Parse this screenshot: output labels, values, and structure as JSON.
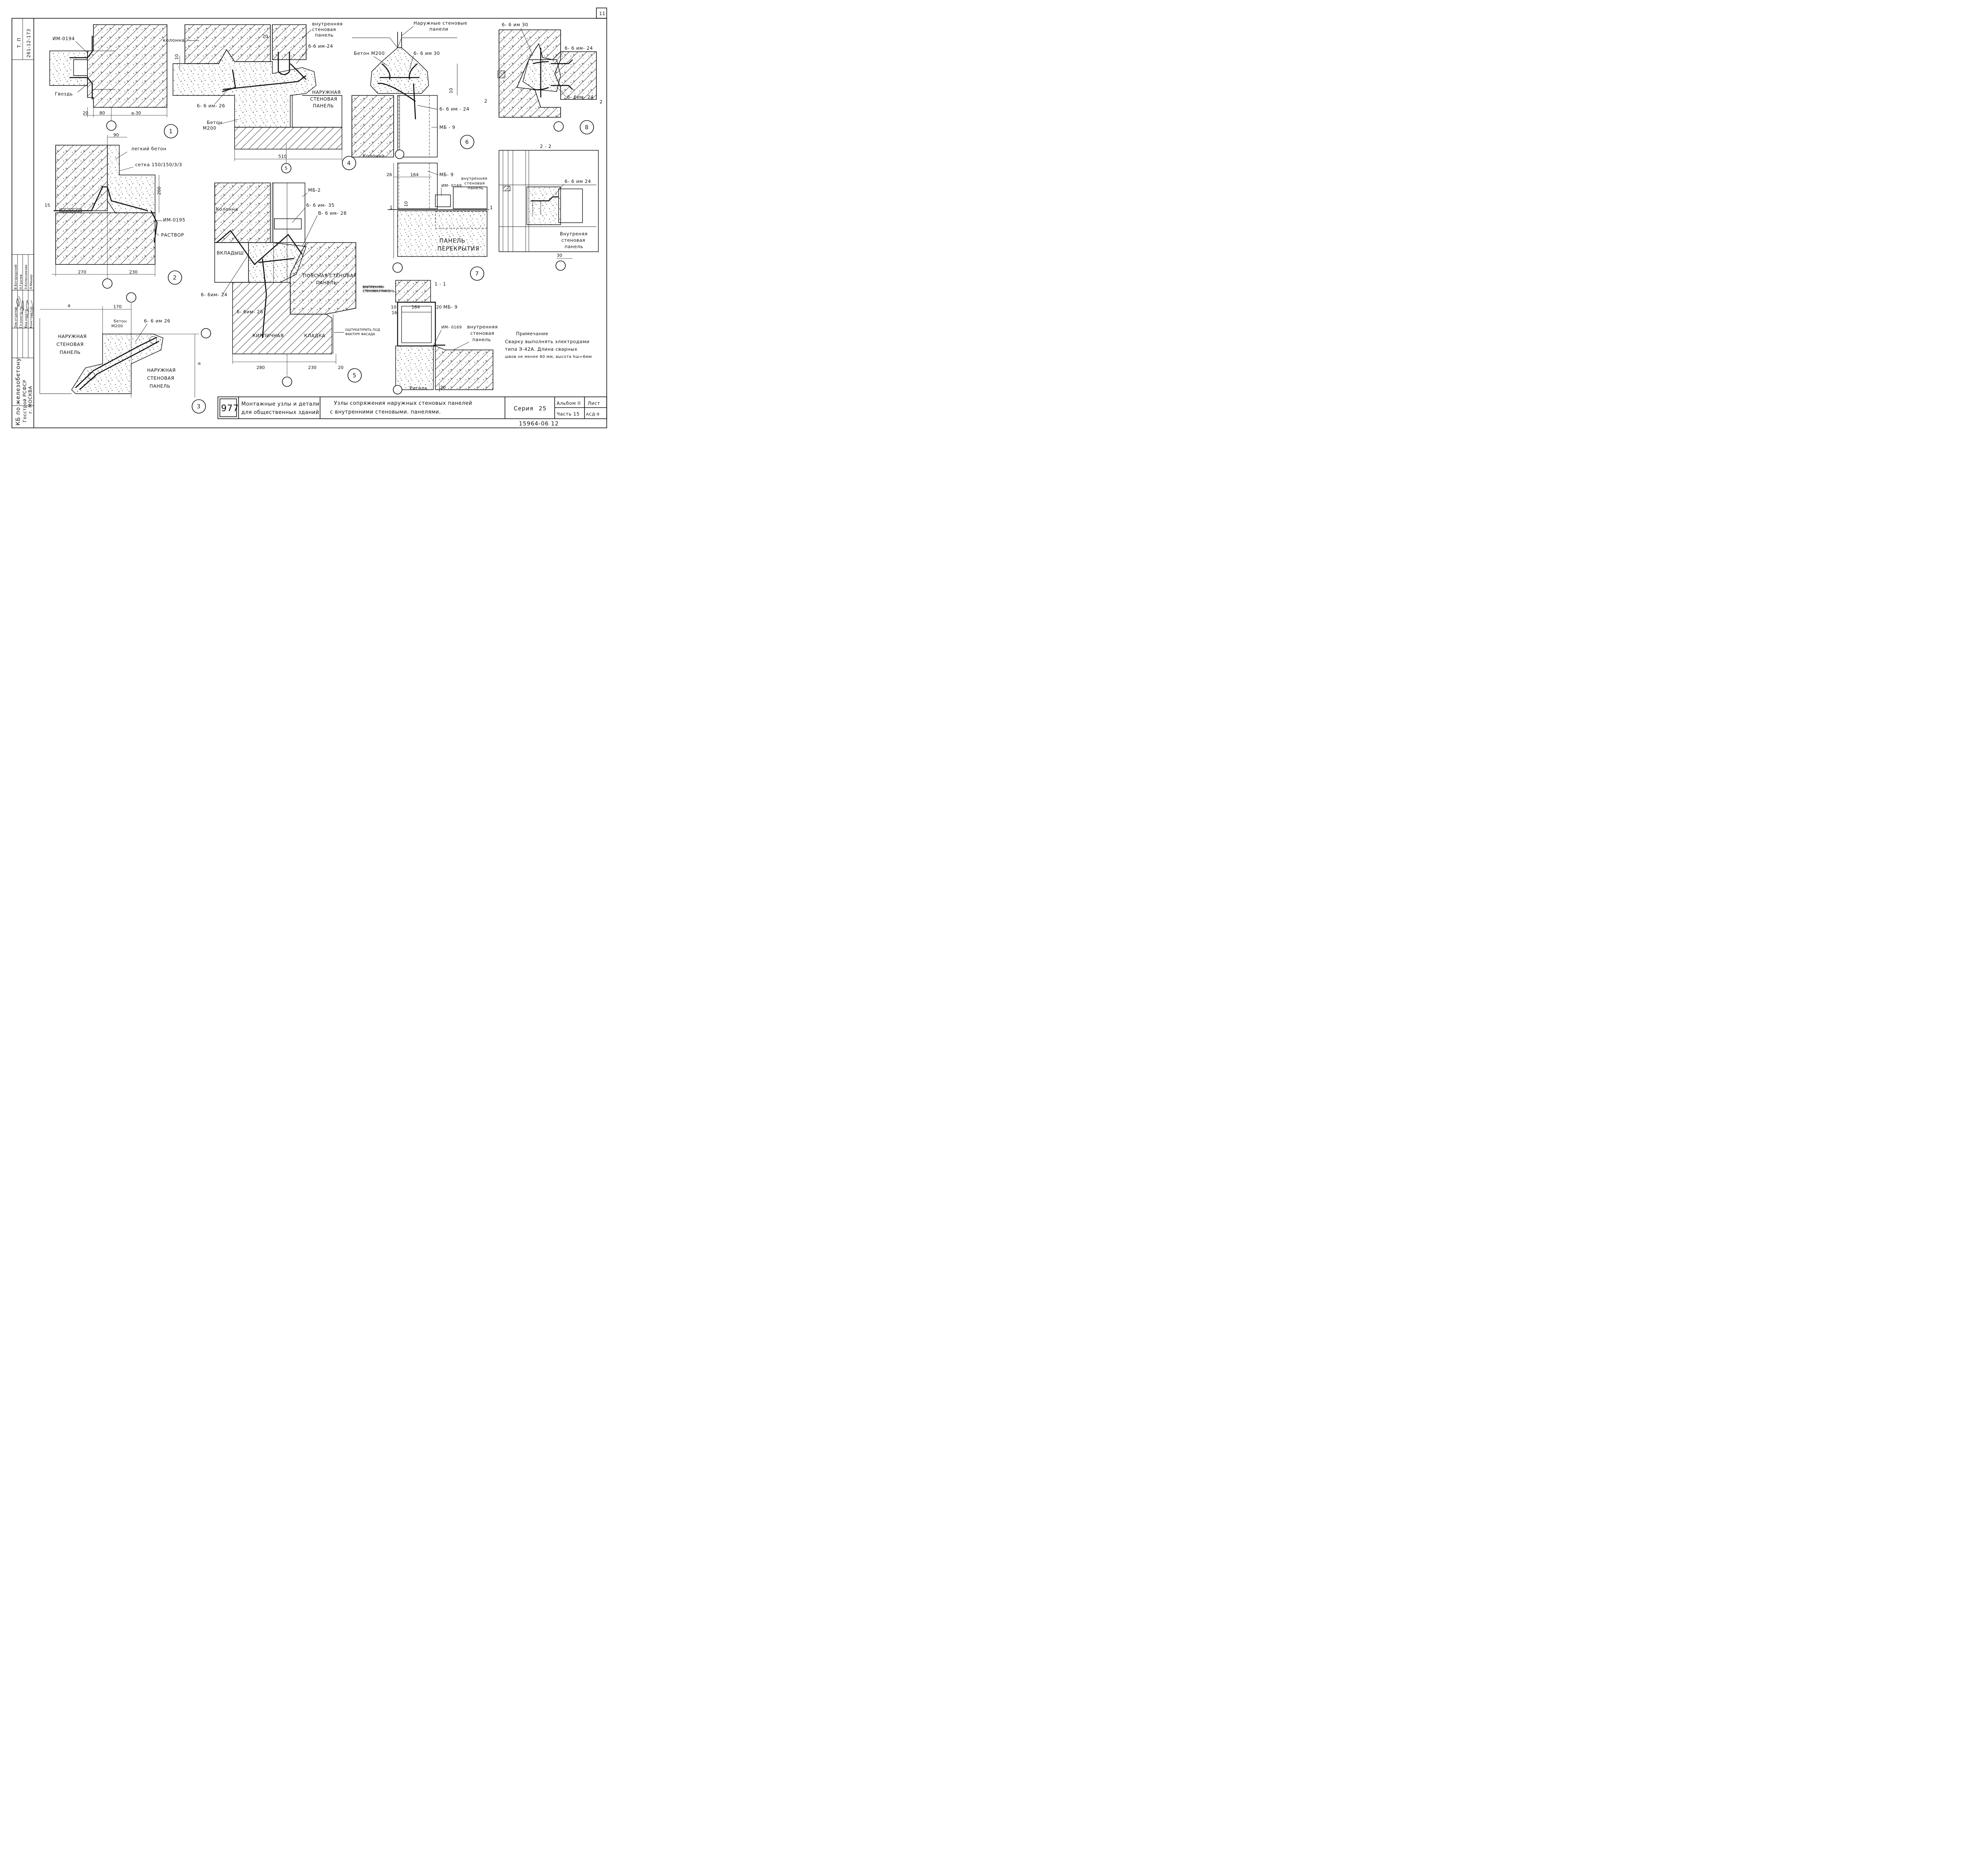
{
  "sheet": {
    "corner_number": "11",
    "stamp_code": "15964-06 12",
    "side_code_1": "Т. П",
    "side_code_2": "261-12-173"
  },
  "org": {
    "line1": "КБ по железобетону",
    "line2": "Госстрой РСФСР",
    "line3": "г. МОСКВА"
  },
  "signatures": {
    "roles": [
      "Зав.отделом",
      "Гл.констр.пр.",
      "Вед.констр.",
      "Конструктор"
    ],
    "names": [
      "В.Богородский",
      "Н.Грачев",
      "З.Колесникова",
      "Л.Мишер"
    ]
  },
  "title_block": {
    "code": "977",
    "left_line1": "Монтажные узлы и детали",
    "left_line2": "для общественных зданий",
    "center_line1": "Узлы сопряжения наружных стеновых панелей",
    "center_line2": "с внутренними стеновыми. панелями.",
    "series_label": "Серия",
    "series_value": "25",
    "album": "Альбом II",
    "part": "Часть 15",
    "sheet_label": "Лист",
    "sheet_value": "АСД-9"
  },
  "note": {
    "heading": "Примечание",
    "line1": "Сварку выполнять электродами",
    "line2": "типа Э-42А. Длина сварных",
    "line3": "швов не менее 60 мм, высота hш=6мм"
  },
  "detail1": {
    "id": "1",
    "im": "ИМ-0194",
    "nail": "Гвоздь",
    "d1": "20",
    "d2": "80",
    "d3": "а-30"
  },
  "detail2": {
    "id": "2",
    "light_concrete": "легкий бетон",
    "mesh": "сетка 150/150/3/3",
    "im": "ИМ-0195",
    "mortar": "РАСТВОР",
    "d_top": "90",
    "d_h": "200",
    "d15": "15",
    "d_l": "270",
    "d_r": "230"
  },
  "detail3": {
    "id": "3",
    "a": "а",
    "d170": "170",
    "concrete": "бетон",
    "concrete_grade": "М200",
    "bar": "6- 6 им 26",
    "outer_panel_l": [
      "НАРУЖНАЯ",
      "СТЕНОВАЯ",
      "ПАНЕЛЬ"
    ],
    "outer_panel_r": [
      "НАРУЖНАЯ",
      "СТЕНОВАЯ",
      "ПАНЕЛЬ"
    ]
  },
  "detail4": {
    "id": "4",
    "column": "колонна",
    "inner_panel": [
      "внутренняя",
      "стеновая",
      "панель"
    ],
    "bar24": "6-6 им-24",
    "bar26": "6- 6 им- 26",
    "outer_panel": [
      "НАРУЖНАЯ",
      "СТЕНОВАЯ",
      "ПАНЕЛЬ"
    ],
    "concrete": "Бетон",
    "concrete_grade": "М200",
    "d510": "510",
    "d20": "20",
    "d10": "10",
    "section_ref": "5"
  },
  "detail5": {
    "id": "5",
    "column": "Колонна",
    "mb": "МБ-2",
    "bar35": "6- 6 им- 35",
    "bar28": "В- 6 им- 28",
    "insert": "ВКЛАДЫШ",
    "belt_panel": [
      "ПОЯСНАЯ СТЕНОВАЯ",
      "ПАНЕЛЬ"
    ],
    "inner_panel": [
      "ВНУТРЕННЯЯ",
      "СТЕНОВАЯ ПАНЕЛЬ"
    ],
    "bar24": "6- 6им- 24",
    "bar26": "6- 6им- 26",
    "brick": [
      "КИРПИЧНАЯ",
      "КЛАДКА"
    ],
    "plaster": [
      "ОШТУКАТУРИТЬ ПОД",
      "ФАКТУРУ ФАСАДА"
    ],
    "d280": "280",
    "d230": "230",
    "d20": "20"
  },
  "detail6": {
    "id": "6",
    "outer_panels": [
      "Наружные стеновые",
      "панели"
    ],
    "concrete": "Бетон М200",
    "bar30": "6- 6 им 30",
    "bar24": "6- 6 им - 24",
    "mb": "МБ - 9",
    "column": "Колонна",
    "d10": "10"
  },
  "detail7": {
    "id": "7",
    "d26": "26",
    "d164": "164",
    "d10": "10",
    "mb": "МБ- 9",
    "im": "ИМ- 0169",
    "inner_panel": [
      "внутренняя",
      "стеновая",
      "панель"
    ],
    "floor_panel": [
      "ПАНЕЛЬ",
      "ПЕРЕКРЫТИЯ"
    ],
    "cut": "1"
  },
  "detail8": {
    "id": "8",
    "bar30": "6- 6 им 30",
    "bar24a": "6- 6 им- 24",
    "bar24b": "6- 6им- 24",
    "cut": "2"
  },
  "section22": {
    "title": "2 - 2",
    "bar": "6- 6 им 24",
    "inner_panel": [
      "Внутреняя",
      "стеновая",
      "панель"
    ],
    "d30": "30"
  },
  "section11": {
    "title": "1 - 1",
    "inner_top": [
      "внутренняя",
      "стеновая панель"
    ],
    "d10": "10",
    "d16": "16",
    "d164": "164",
    "d20": "20",
    "mb": "МБ- 9",
    "im": "ИМ- 0169",
    "inner_panel": [
      "внутренняя",
      "стеновая",
      "панель"
    ],
    "girder": "Ригель",
    "d20b": "20"
  }
}
